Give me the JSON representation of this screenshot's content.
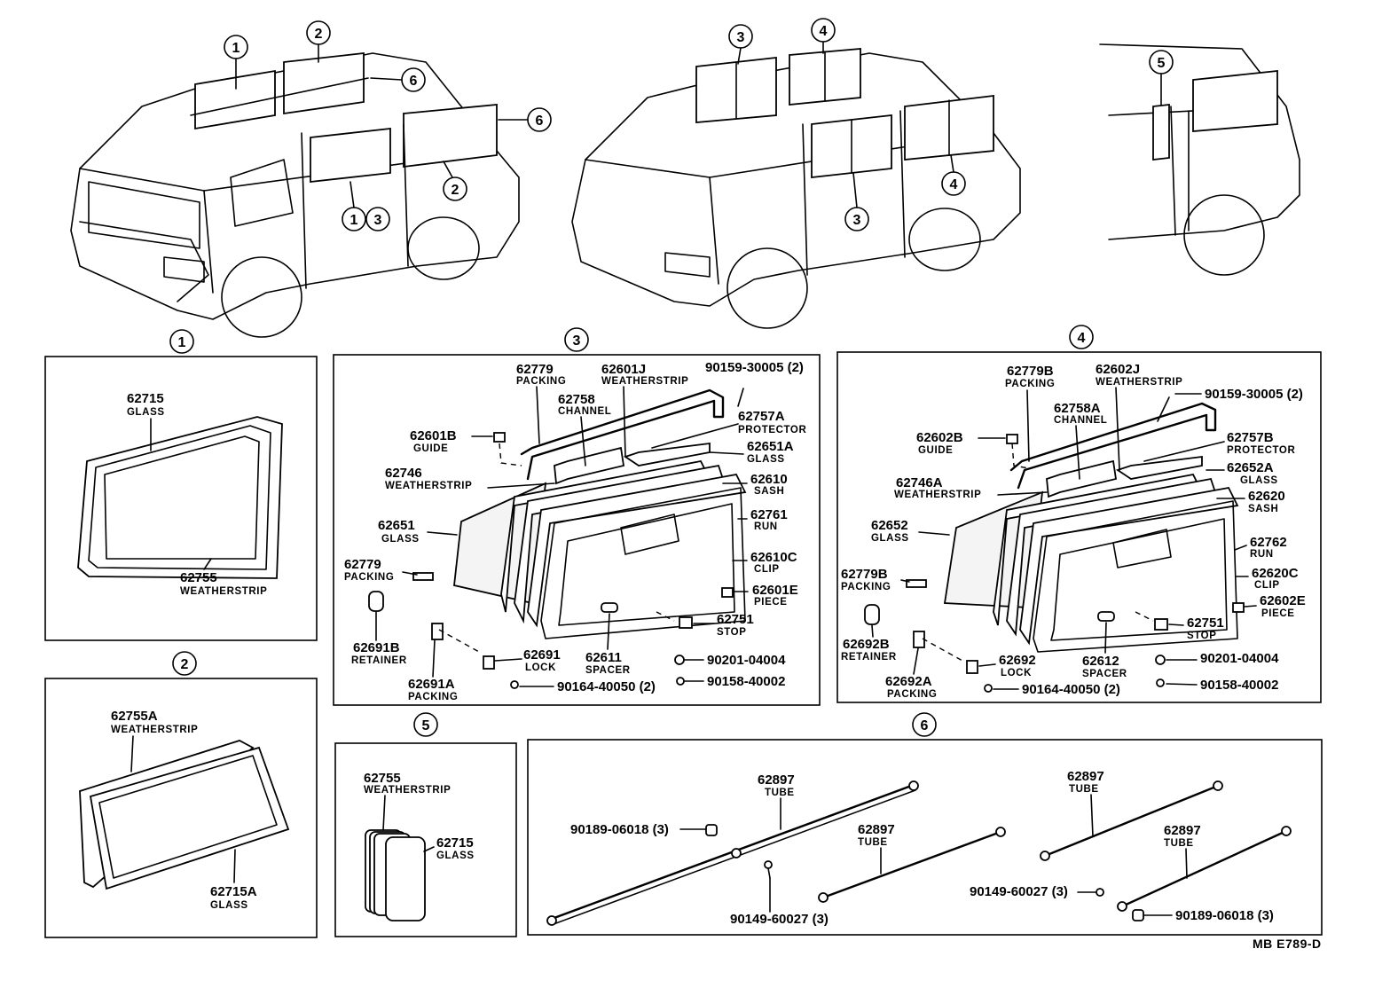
{
  "vans": {
    "v1": [
      "1",
      "2",
      "6",
      "6",
      "2",
      "1",
      "3"
    ],
    "v2": [
      "3",
      "4",
      "3",
      "4"
    ],
    "v3": [
      "5"
    ]
  },
  "panel1": {
    "tag": "1",
    "p": [
      {
        "n": "62715",
        "d": "GLASS"
      },
      {
        "n": "62755",
        "d": "WEATHERSTRIP"
      }
    ]
  },
  "panel2": {
    "tag": "2",
    "p": [
      {
        "n": "62755A",
        "d": "WEATHERSTRIP"
      },
      {
        "n": "62715A",
        "d": "GLASS"
      }
    ]
  },
  "panel3": {
    "tag": "3",
    "p": [
      {
        "n": "62779",
        "d": "PACKING"
      },
      {
        "n": "62601J",
        "d": "WEATHERSTRIP"
      },
      {
        "n": "90159-30005 (2)",
        "d": ""
      },
      {
        "n": "62758",
        "d": "CHANNEL"
      },
      {
        "n": "62757A",
        "d": "PROTECTOR"
      },
      {
        "n": "62601B",
        "d": "GUIDE"
      },
      {
        "n": "62651A",
        "d": "GLASS"
      },
      {
        "n": "62746",
        "d": "WEATHERSTRIP"
      },
      {
        "n": "62610",
        "d": "SASH"
      },
      {
        "n": "62651",
        "d": "GLASS"
      },
      {
        "n": "62761",
        "d": "RUN"
      },
      {
        "n": "62779",
        "d": "PACKING"
      },
      {
        "n": "62610C",
        "d": "CLIP"
      },
      {
        "n": "62601E",
        "d": "PIECE"
      },
      {
        "n": "62751",
        "d": "STOP"
      },
      {
        "n": "62691B",
        "d": "RETAINER"
      },
      {
        "n": "62691",
        "d": "LOCK"
      },
      {
        "n": "62611",
        "d": "SPACER"
      },
      {
        "n": "90201-04004",
        "d": ""
      },
      {
        "n": "62691A",
        "d": "PACKING"
      },
      {
        "n": "90164-40050 (2)",
        "d": ""
      },
      {
        "n": "90158-40002",
        "d": ""
      }
    ]
  },
  "panel4": {
    "tag": "4",
    "p": [
      {
        "n": "62779B",
        "d": "PACKING"
      },
      {
        "n": "62602J",
        "d": "WEATHERSTRIP"
      },
      {
        "n": "90159-30005 (2)",
        "d": ""
      },
      {
        "n": "62758A",
        "d": "CHANNEL"
      },
      {
        "n": "62602B",
        "d": "GUIDE"
      },
      {
        "n": "62757B",
        "d": "PROTECTOR"
      },
      {
        "n": "62652A",
        "d": "GLASS"
      },
      {
        "n": "62746A",
        "d": "WEATHERSTRIP"
      },
      {
        "n": "62620",
        "d": "SASH"
      },
      {
        "n": "62652",
        "d": "GLASS"
      },
      {
        "n": "62762",
        "d": "RUN"
      },
      {
        "n": "62779B",
        "d": "PACKING"
      },
      {
        "n": "62620C",
        "d": "CLIP"
      },
      {
        "n": "62602E",
        "d": "PIECE"
      },
      {
        "n": "62751",
        "d": "STOP"
      },
      {
        "n": "62692B",
        "d": "RETAINER"
      },
      {
        "n": "62692",
        "d": "LOCK"
      },
      {
        "n": "62612",
        "d": "SPACER"
      },
      {
        "n": "90201-04004",
        "d": ""
      },
      {
        "n": "62692A",
        "d": "PACKING"
      },
      {
        "n": "90164-40050 (2)",
        "d": ""
      },
      {
        "n": "90158-40002",
        "d": ""
      }
    ]
  },
  "panel5": {
    "tag": "5",
    "p": [
      {
        "n": "62755",
        "d": "WEATHERSTRIP"
      },
      {
        "n": "62715",
        "d": "GLASS"
      }
    ]
  },
  "panel6": {
    "tag": "6",
    "p": [
      {
        "n": "62897",
        "d": "TUBE"
      },
      {
        "n": "90189-06018 (3)",
        "d": ""
      },
      {
        "n": "62897",
        "d": "TUBE"
      },
      {
        "n": "90149-60027 (3)",
        "d": ""
      },
      {
        "n": "62897",
        "d": "TUBE"
      },
      {
        "n": "62897",
        "d": "TUBE"
      },
      {
        "n": "90149-60027 (3)",
        "d": ""
      },
      {
        "n": "90189-06018 (3)",
        "d": ""
      }
    ]
  },
  "drawing_code": "MB E789-D"
}
